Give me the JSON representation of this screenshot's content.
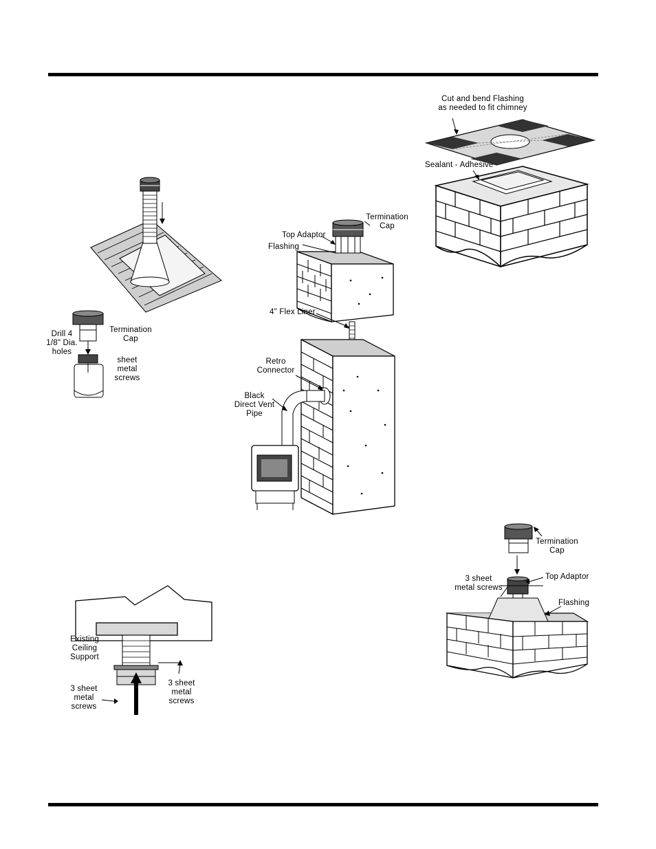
{
  "labels": {
    "cut_bend_flashing": "Cut and bend Flashing\nas needed to fit chimney",
    "sealant_adhesive": "Sealant - Adhesive",
    "termination_cap_center": "Termination\nCap",
    "top_adaptor_center": "Top Adaptor",
    "flashing_center": "Flashing",
    "flex_liner": "4\" Flex Liner",
    "retro_connector": "Retro\nConnector",
    "black_direct_vent_pipe": "Black\nDirect Vent\nPipe",
    "drill_holes": "Drill 4\n1/8\" Dia.\nholes",
    "termination_cap_left": "Termination\nCap",
    "sheet_metal_screws_left": "sheet\nmetal\nscrews",
    "existing_ceiling_support": "Existing\nCeiling\nSupport",
    "three_screws_left": "3 sheet\nmetal\nscrews",
    "three_screws_right": "3 sheet\nmetal\nscrews",
    "termination_cap_right": "Termination\nCap",
    "top_adaptor_right": "Top Adaptor",
    "three_screws_chimney": "3 sheet\nmetal screws",
    "flashing_right": "Flashing"
  }
}
